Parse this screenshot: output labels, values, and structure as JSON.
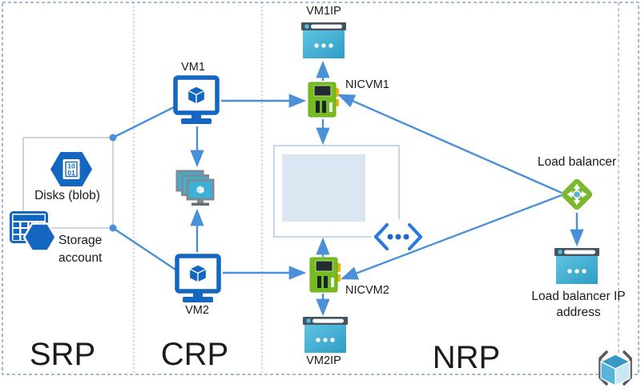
{
  "regions": {
    "srp": "SRP",
    "crp": "CRP",
    "nrp": "NRP"
  },
  "nodes": {
    "vm1": {
      "label": "VM1"
    },
    "vm2": {
      "label": "VM2"
    },
    "vm1ip": {
      "label": "VM1IP"
    },
    "vm2ip": {
      "label": "VM2IP"
    },
    "nicvm1": {
      "label": "NICVM1"
    },
    "nicvm2": {
      "label": "NICVM2"
    },
    "load_balancer": {
      "label": "Load balancer"
    },
    "lb_ip": {
      "label": "Load balancer IP address"
    },
    "disks": {
      "label": "Disks (blob)",
      "doc_line1": "10",
      "doc_line2": "01"
    },
    "storage_account": {
      "label": "Storage account"
    }
  },
  "theme": {
    "azure-blue": "#1467c0",
    "arrow-blue": "#4a90d8",
    "nic-green": "#76bc21",
    "lb-green": "#7cb82f",
    "teal": "#45b5d9",
    "teal-dark": "#2e9dc6",
    "slate": "#47535d",
    "tab-yellow": "#f0b400",
    "box-fill": "#dce6f3",
    "box-border": "#aac4e4",
    "border-blue": "#6e93c6",
    "divider-blue": "#84a9d4",
    "text": "#1a1a1a"
  }
}
